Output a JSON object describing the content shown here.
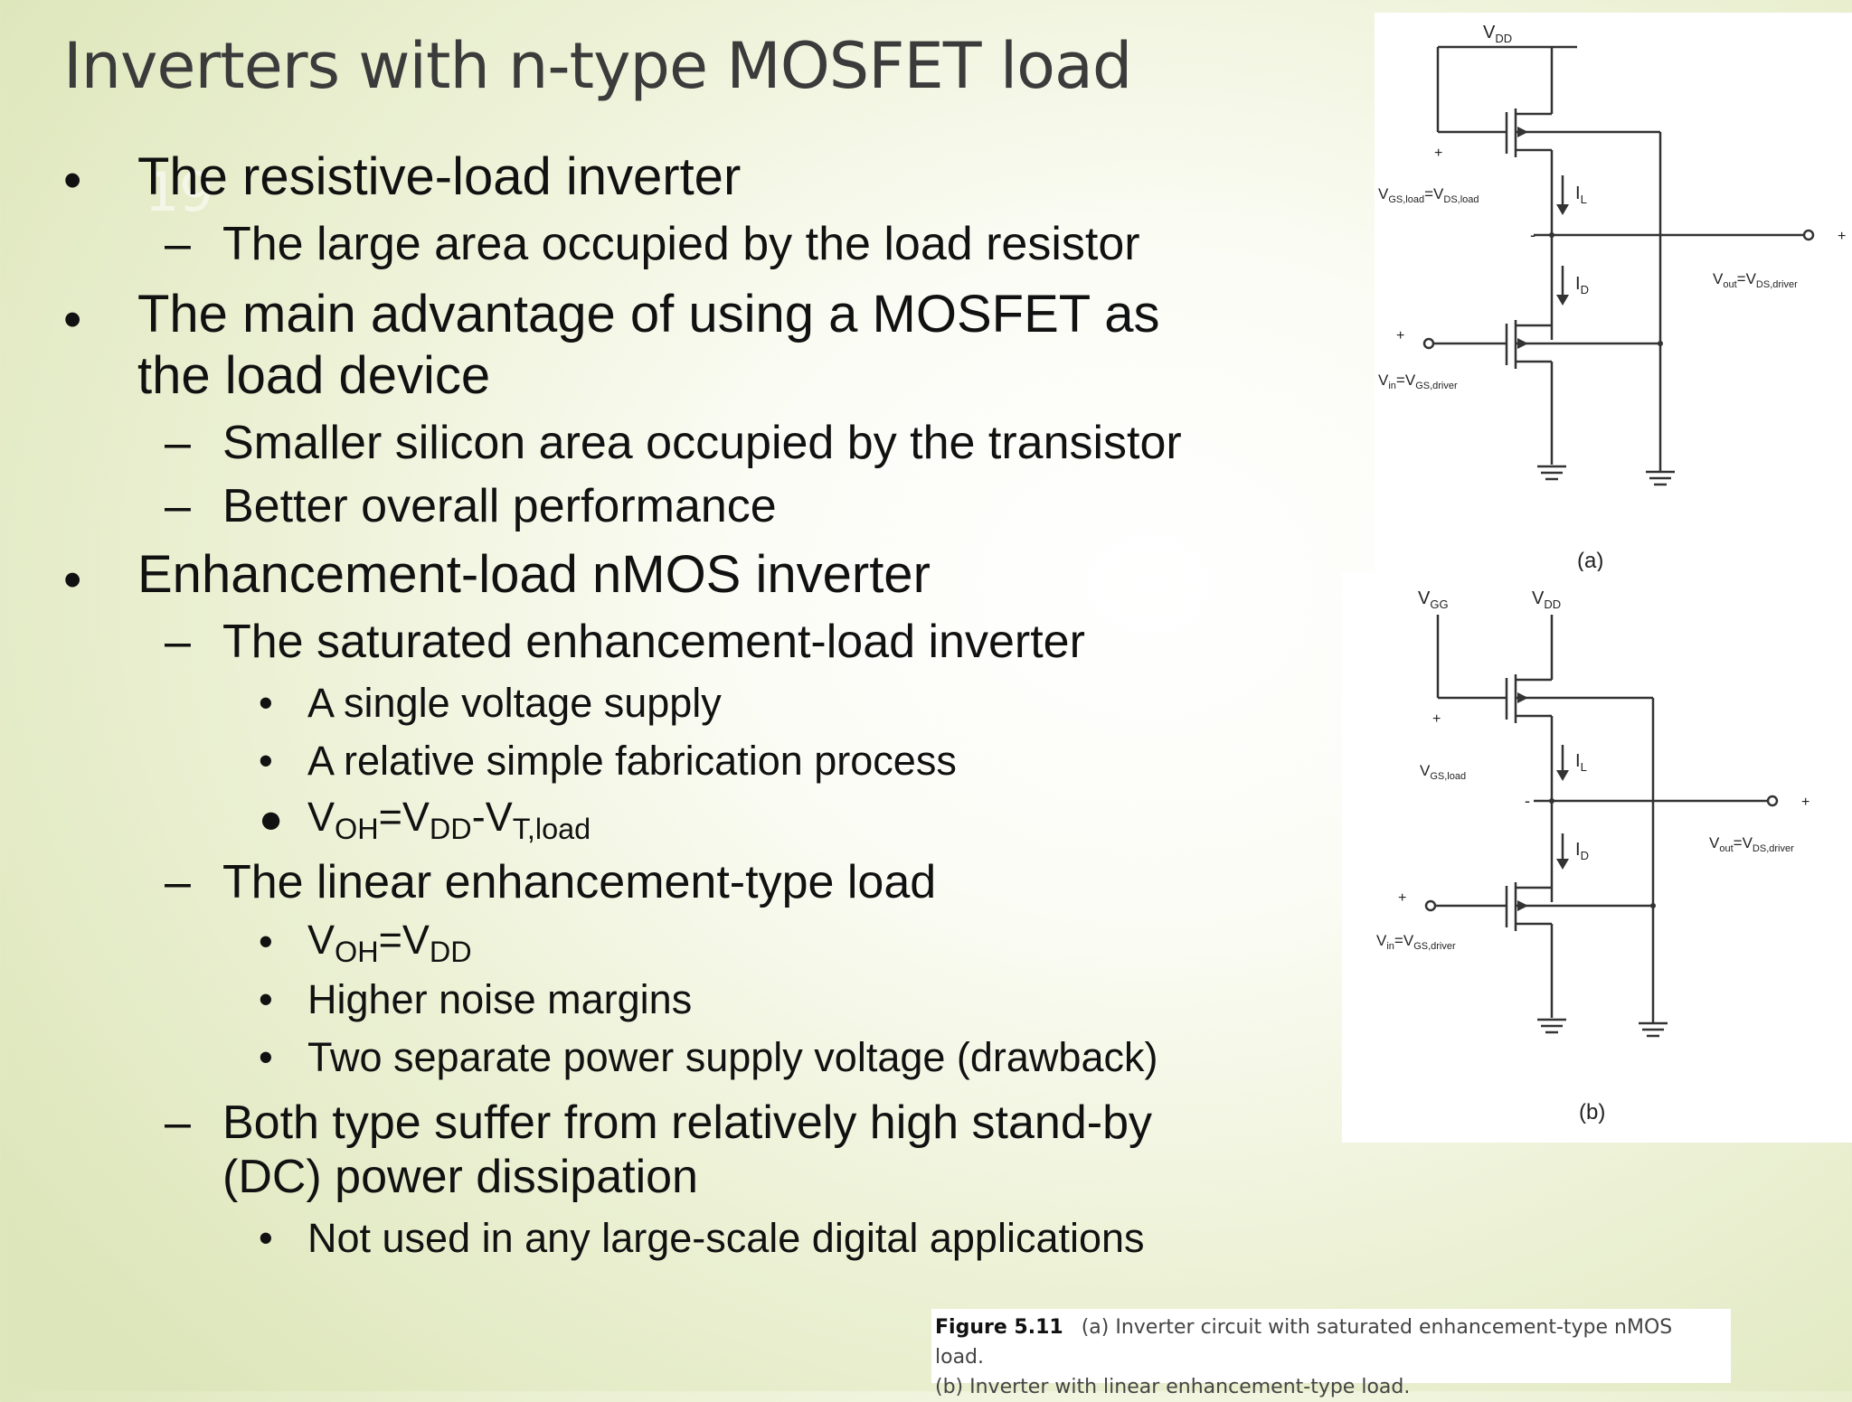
{
  "slide": {
    "title": "Inverters with n-type MOSFET load",
    "ghost_number": "19",
    "lines": [
      {
        "id": "b1",
        "text": "The resistive-load inverter"
      },
      {
        "id": "b1s1",
        "text": "The large area occupied by the load resistor"
      },
      {
        "id": "b2a",
        "text": "The main advantage of using a MOSFET as"
      },
      {
        "id": "b2b",
        "text": "the load device"
      },
      {
        "id": "b2s1",
        "text": "Smaller silicon area occupied by the transistor"
      },
      {
        "id": "b2s2",
        "text": "Better overall performance"
      },
      {
        "id": "b3",
        "text": "Enhancement-load nMOS inverter"
      },
      {
        "id": "b3s1",
        "text": "The saturated enhancement-load inverter"
      },
      {
        "id": "b3s1a",
        "text": "A single voltage supply"
      },
      {
        "id": "b3s1b",
        "text": "A relative simple fabrication process"
      },
      {
        "id": "b3s2",
        "text": "The linear enhancement-type load"
      },
      {
        "id": "b3s2b",
        "text": "Higher noise margins"
      },
      {
        "id": "b3s2c",
        "text": "Two separate power supply voltage (drawback)"
      },
      {
        "id": "b3s3a",
        "text": "Both type suffer from relatively high stand-by"
      },
      {
        "id": "b3s3b",
        "text": "(DC) power dissipation"
      },
      {
        "id": "b3s3c",
        "text": "Not used in any large-scale digital applications"
      }
    ],
    "formula1": {
      "V": "V",
      "OH": "OH",
      "eq": "=",
      "DD": "DD",
      "minus": "-",
      "V2": "V",
      "Tload": "T,load"
    },
    "formula2": {
      "V": "V",
      "OH": "OH",
      "eq": "=",
      "DD": "DD"
    },
    "markers": {
      "bullet": "•",
      "dash": "–",
      "small_bullet": "•",
      "filled_bullet": "●"
    }
  },
  "figure": {
    "a": {
      "vdd": "V",
      "vdd_sub": "DD",
      "vgs_load": "V",
      "vgs_load_sub": "GS,load",
      "eq": "=",
      "vds_load": "V",
      "vds_load_sub": "DS,load",
      "il": "I",
      "il_sub": "L",
      "id": "I",
      "id_sub": "D",
      "vout": "V",
      "vout_sub": "out",
      "vout_eq": "=",
      "vds_driver": "V",
      "vds_driver_sub": "DS,driver",
      "vin": "V",
      "vin_sub": "in",
      "vin_eq": "=",
      "vgs_driver": "V",
      "vgs_driver_sub": "GS,driver",
      "plus": "+",
      "minus": "-",
      "label": "(a)"
    },
    "b": {
      "vgg": "V",
      "vgg_sub": "GG",
      "vdd": "V",
      "vdd_sub": "DD",
      "vgs_load": "V",
      "vgs_load_sub": "GS,load",
      "il": "I",
      "il_sub": "L",
      "id": "I",
      "id_sub": "D",
      "vout": "V",
      "vout_sub": "out",
      "vout_eq": "=",
      "vds_driver": "V",
      "vds_driver_sub": "DS,driver",
      "vin": "V",
      "vin_sub": "in",
      "vin_eq": "=",
      "vgs_driver": "V",
      "vgs_driver_sub": "GS,driver",
      "plus": "+",
      "minus": "-",
      "label": "(b)"
    },
    "caption": {
      "label": "Figure 5.11",
      "line1": "(a) Inverter circuit with saturated enhancement-type nMOS load.",
      "line2": "(b) Inverter with linear enhancement-type load."
    }
  }
}
